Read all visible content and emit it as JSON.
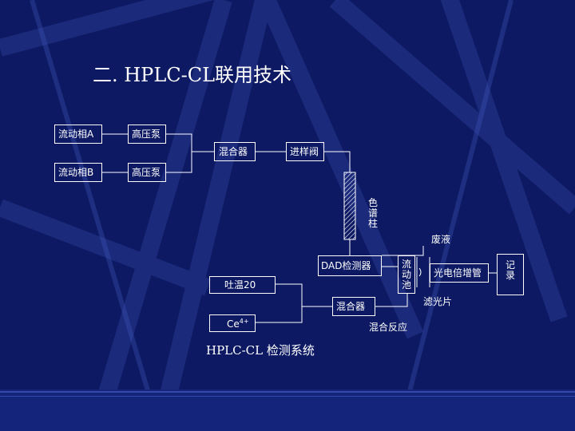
{
  "slide": {
    "title": "二. HPLC-CL联用技术",
    "colors": {
      "background": "#0d1a63",
      "line": "#ffffff"
    }
  },
  "diagram": {
    "mobile_phase_a": "流动相A",
    "mobile_phase_b": "流动相B",
    "pump_a": "高压泵",
    "pump_b": "高压泵",
    "mixer_top": "混合器",
    "injection_valve": "进样阀",
    "column": "色谱柱",
    "waste": "废液",
    "dad_detector": "DAD检测器",
    "tween": "吐温20",
    "ce": "Ce",
    "ce_sup": "4+",
    "mixer_bottom": "混合器",
    "flow_cell": "流动池",
    "pmt": "光电倍增管",
    "filter": "滤光片",
    "recorder": "记录",
    "mixing_reaction": "混合反应",
    "caption": "HPLC-CL 检测系统"
  }
}
